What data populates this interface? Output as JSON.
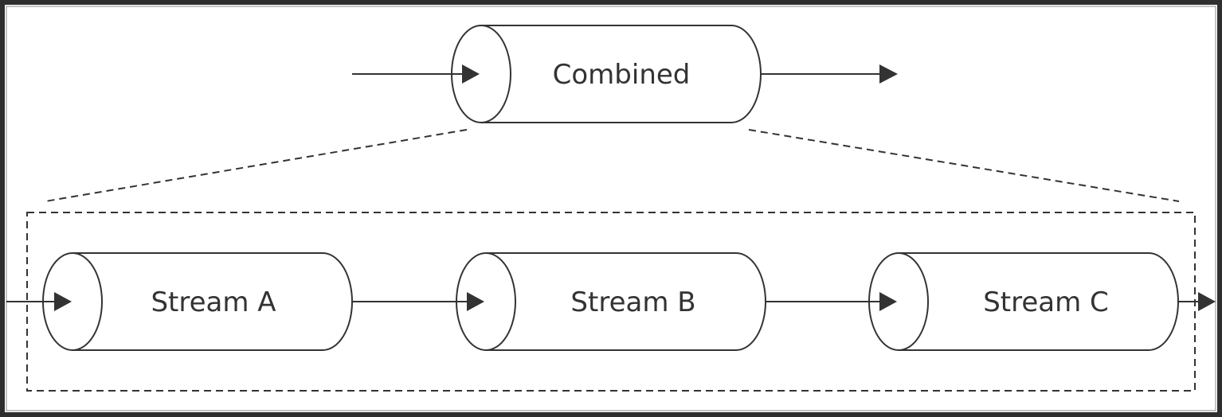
{
  "diagram": {
    "combined": {
      "label": "Combined"
    },
    "streams": [
      {
        "label": "Stream A"
      },
      {
        "label": "Stream B"
      },
      {
        "label": "Stream C"
      }
    ]
  },
  "colors": {
    "stroke": "#333333",
    "frame": "#333333",
    "background": "#ffffff"
  }
}
